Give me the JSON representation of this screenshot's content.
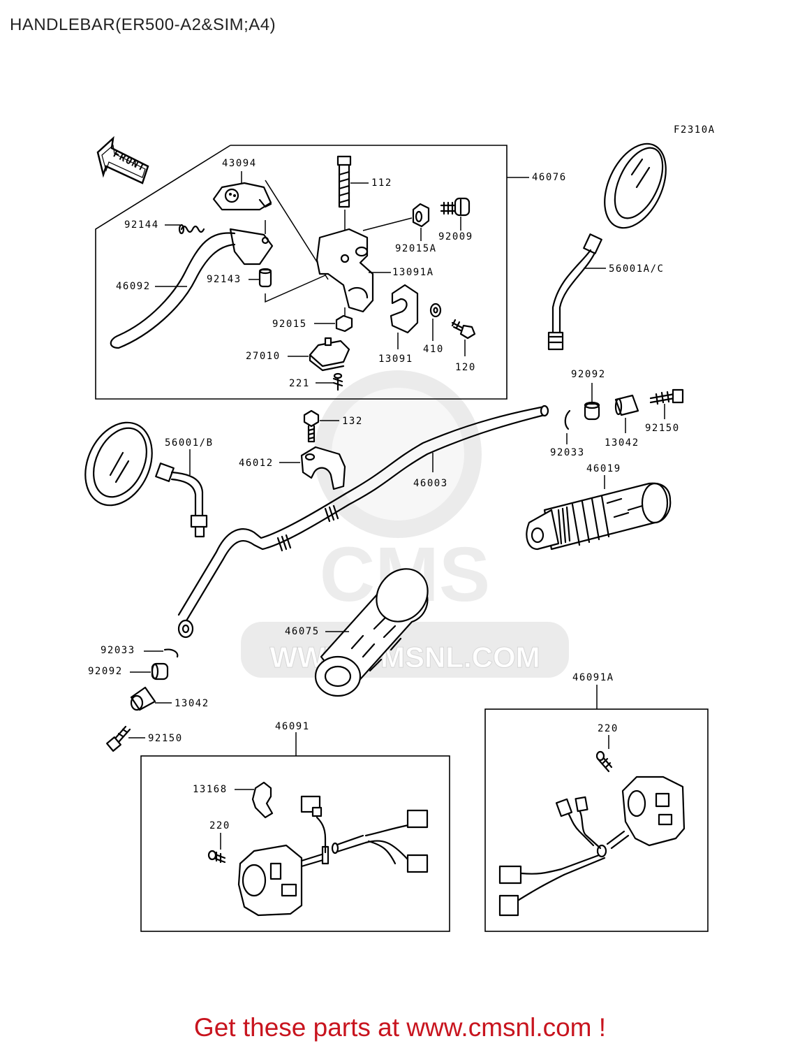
{
  "header": {
    "title": "HANDLEBAR(ER500-A2&SIM;A4)"
  },
  "diagram": {
    "code": "F2310A",
    "front_arrow": "FRONT",
    "watermark": "WWW.CMSNL.COM",
    "watermark_logo": "CMS",
    "parts": {
      "p43094": "43094",
      "p112": "112",
      "p46076": "46076",
      "p92144": "92144",
      "p92009": "92009",
      "p92015A": "92015A",
      "p13091A": "13091A",
      "p46092": "46092",
      "p92143": "92143",
      "p56001AC": "56001A/C",
      "p92015": "92015",
      "p410": "410",
      "p13091": "13091",
      "p120": "120",
      "p27010": "27010",
      "p221": "221",
      "p92092r": "92092",
      "p132": "132",
      "p92150r": "92150",
      "p56001B": "56001/B",
      "p92033r": "92033",
      "p13042r": "13042",
      "p46012": "46012",
      "p46003": "46003",
      "p46019": "46019",
      "p46075": "46075",
      "p92033l": "92033",
      "p92092l": "92092",
      "p46091A": "46091A",
      "p13042l": "13042",
      "p92150l": "92150",
      "p46091": "46091",
      "p220a": "220",
      "p13168": "13168",
      "p220b": "220"
    }
  },
  "footer": {
    "cta": "Get these parts at www.cmsnl.com !"
  },
  "colors": {
    "accent": "#c8141e",
    "ink": "#000000"
  }
}
